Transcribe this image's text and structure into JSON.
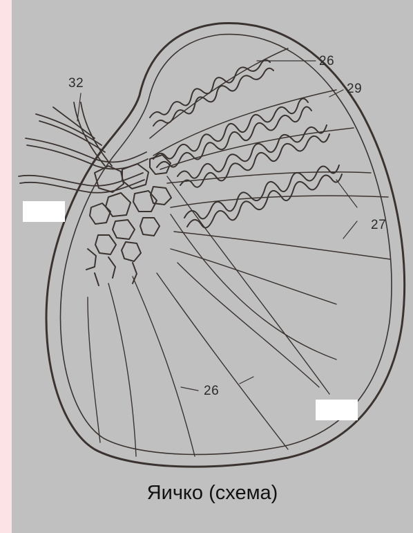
{
  "caption": "Яичко (схема)",
  "labels": {
    "l26_top": "26",
    "l29": "29",
    "l32": "32",
    "l27": "27",
    "l26_bottom": "26"
  },
  "colors": {
    "page_background": "#fce4e6",
    "slide_background": "#c0c0c0",
    "line": "#3a3330",
    "blank_box": "#ffffff"
  }
}
